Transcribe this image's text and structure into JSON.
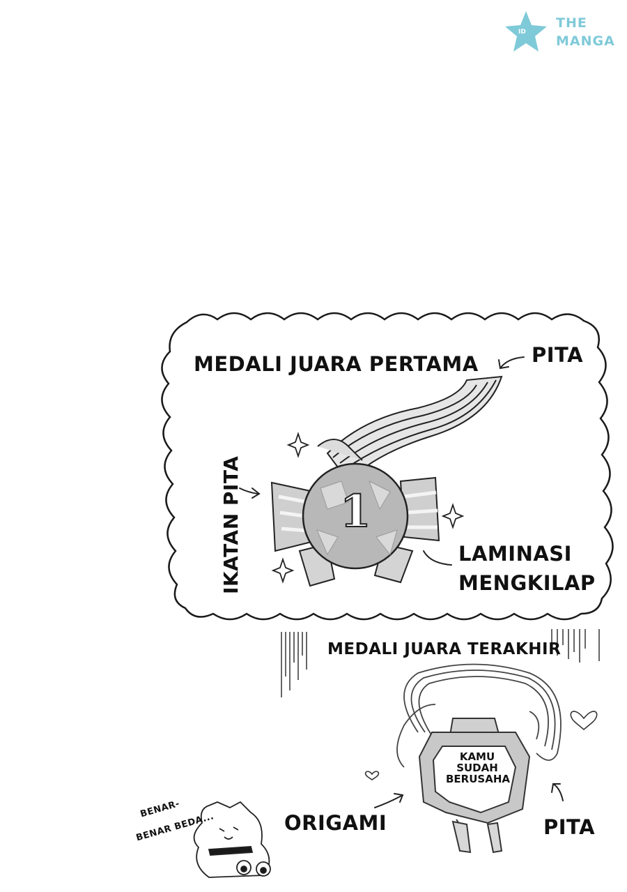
{
  "watermark": {
    "badge": "ID",
    "line1": "THE",
    "line2": "MANGA",
    "color": "#7fcad8",
    "icon": "star-icon"
  },
  "panel_first": {
    "title": "MEDALI JUARA PERTAMA",
    "label_ribbon": "PITA",
    "label_bow": "IKATAN PITA",
    "label_laminate_line1": "LAMINASI",
    "label_laminate_line2": "MENGKILAP",
    "medal_number": "1"
  },
  "panel_last": {
    "title": "MEDALI JUARA TERAKHIR",
    "medal_text_line1": "KAMU",
    "medal_text_line2": "SUDAH",
    "medal_text_line3": "BERUSAHA",
    "label_origami": "ORIGAMI",
    "label_ribbon": "PITA"
  },
  "cat": {
    "speech_line1": "BENAR-",
    "speech_line2": "BENAR BEDA..."
  }
}
